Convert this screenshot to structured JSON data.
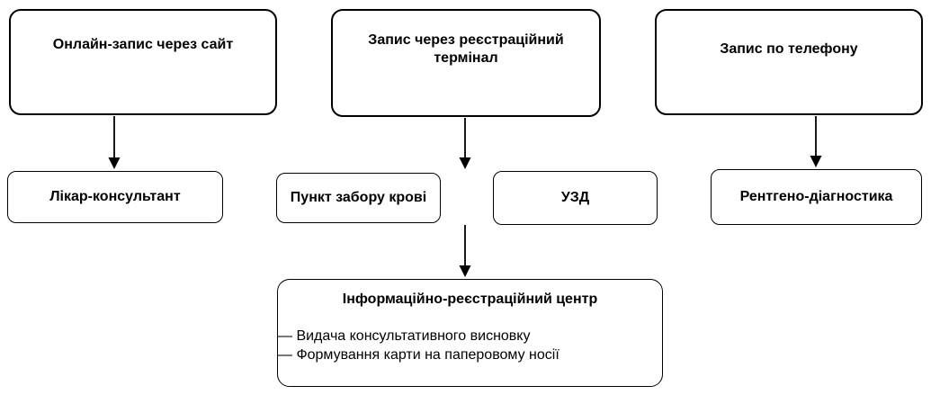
{
  "diagram": {
    "top_row": [
      {
        "label": "Онлайн-запис через сайт"
      },
      {
        "label": "Запис через реєстраційний термінал"
      },
      {
        "label": "Запис по телефону"
      }
    ],
    "middle_row": [
      {
        "label": "Лікар-консультант"
      },
      {
        "label": "Пункт забору крові"
      },
      {
        "label": "УЗД"
      },
      {
        "label": "Рентгено-діагностика"
      }
    ],
    "bottom_node": {
      "title": "Інформаційно-реєстраційний центр",
      "items": [
        "— Видача консультативного висновку",
        "— Формування карти на паперовому носії"
      ]
    },
    "colors": {
      "border": "#000000",
      "background": "#ffffff",
      "text": "#000000"
    }
  }
}
